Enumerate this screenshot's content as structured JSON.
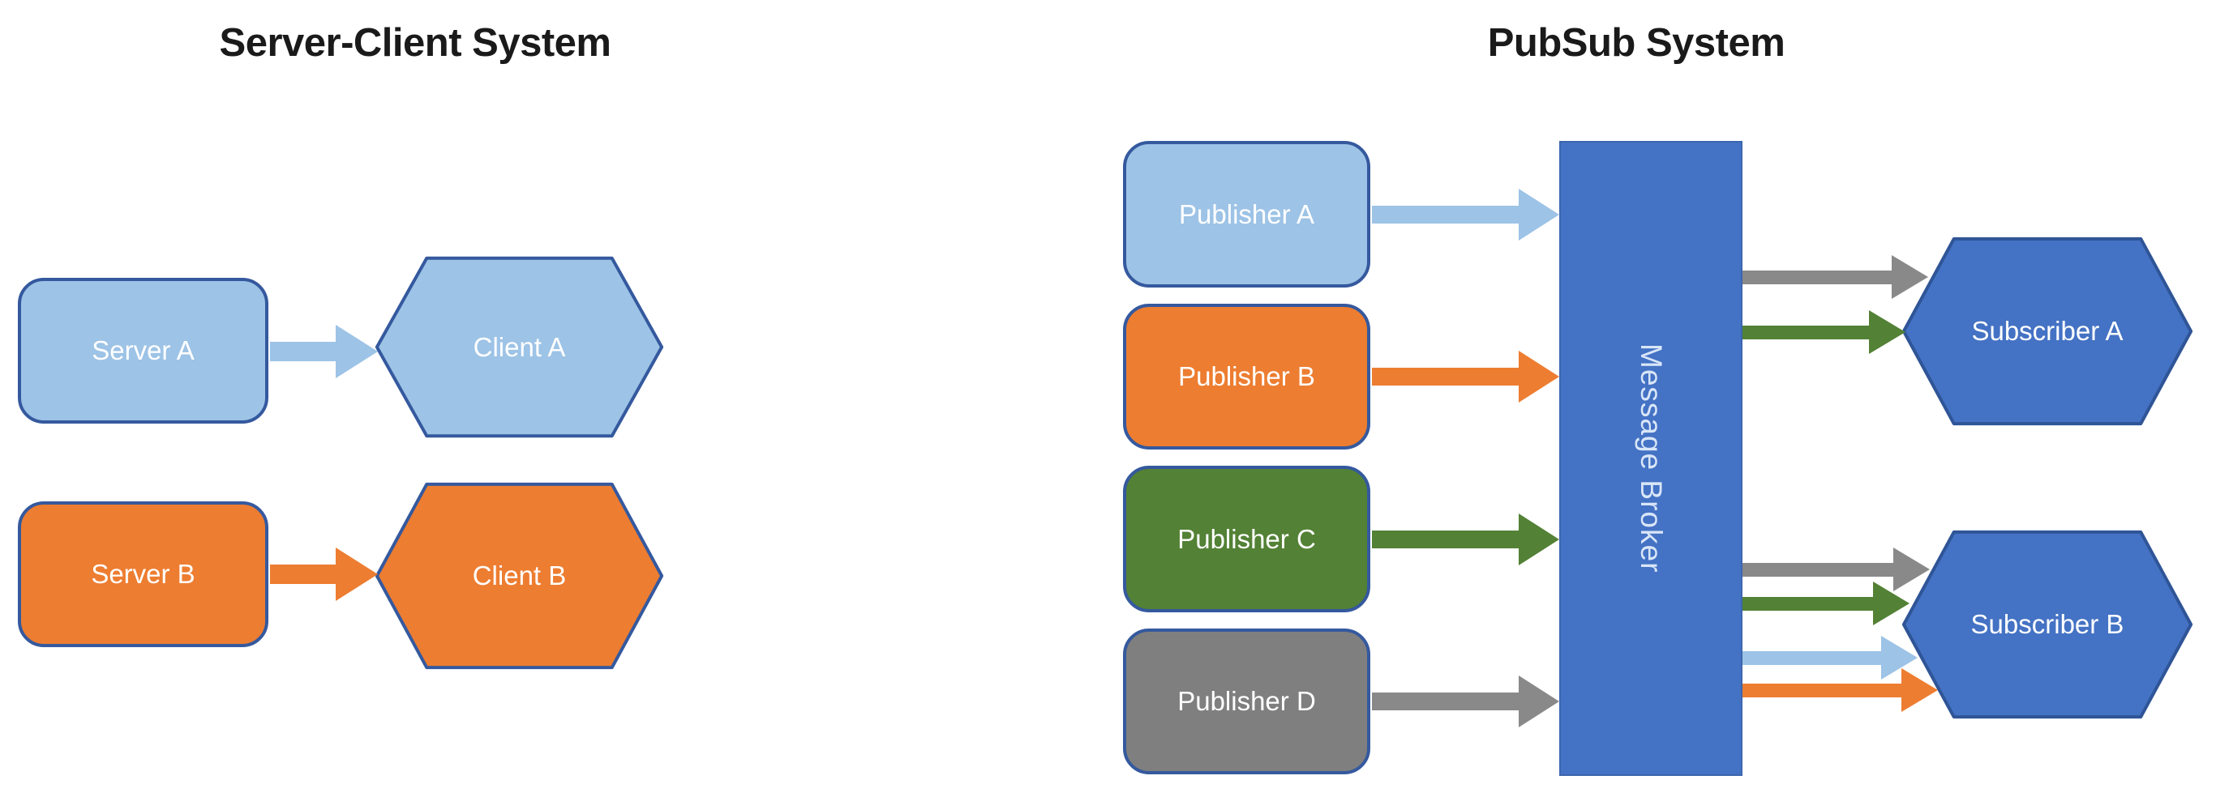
{
  "titles": {
    "left": "Server-Client System",
    "right": "PubSub System"
  },
  "nodes": {
    "server_a": "Server A",
    "client_a": "Client A",
    "server_b": "Server B",
    "client_b": "Client B",
    "publisher_a": "Publisher A",
    "publisher_b": "Publisher B",
    "publisher_c": "Publisher C",
    "publisher_d": "Publisher D",
    "message_broker": "Message Broker",
    "subscriber_a": "Subscriber A",
    "subscriber_b": "Subscriber B"
  },
  "connections": [
    {
      "from": "Server A",
      "to": "Client A",
      "color": "#9DC3E6"
    },
    {
      "from": "Server B",
      "to": "Client B",
      "color": "#ED7D31"
    },
    {
      "from": "Publisher A",
      "to": "Message Broker",
      "color": "#9DC3E6"
    },
    {
      "from": "Publisher B",
      "to": "Message Broker",
      "color": "#ED7D31"
    },
    {
      "from": "Publisher C",
      "to": "Message Broker",
      "color": "#538135"
    },
    {
      "from": "Publisher D",
      "to": "Message Broker",
      "color": "#898989"
    },
    {
      "from": "Message Broker",
      "to": "Subscriber A",
      "color": "#898989"
    },
    {
      "from": "Message Broker",
      "to": "Subscriber A",
      "color": "#538135"
    },
    {
      "from": "Message Broker",
      "to": "Subscriber B",
      "color": "#898989"
    },
    {
      "from": "Message Broker",
      "to": "Subscriber B",
      "color": "#538135"
    },
    {
      "from": "Message Broker",
      "to": "Subscriber B",
      "color": "#9DC3E6"
    },
    {
      "from": "Message Broker",
      "to": "Subscriber B",
      "color": "#ED7D31"
    }
  ],
  "colors": {
    "light_blue": "#9DC3E6",
    "orange": "#ED7D31",
    "green": "#538135",
    "gray": "#7F7F7F",
    "arrow_gray": "#898989",
    "node_blue": "#4472C4",
    "border_blue": "#35599e",
    "hex_border_dark": "#2F5597",
    "title_text": "#1a1a1a",
    "label_text": "#ffffff"
  }
}
